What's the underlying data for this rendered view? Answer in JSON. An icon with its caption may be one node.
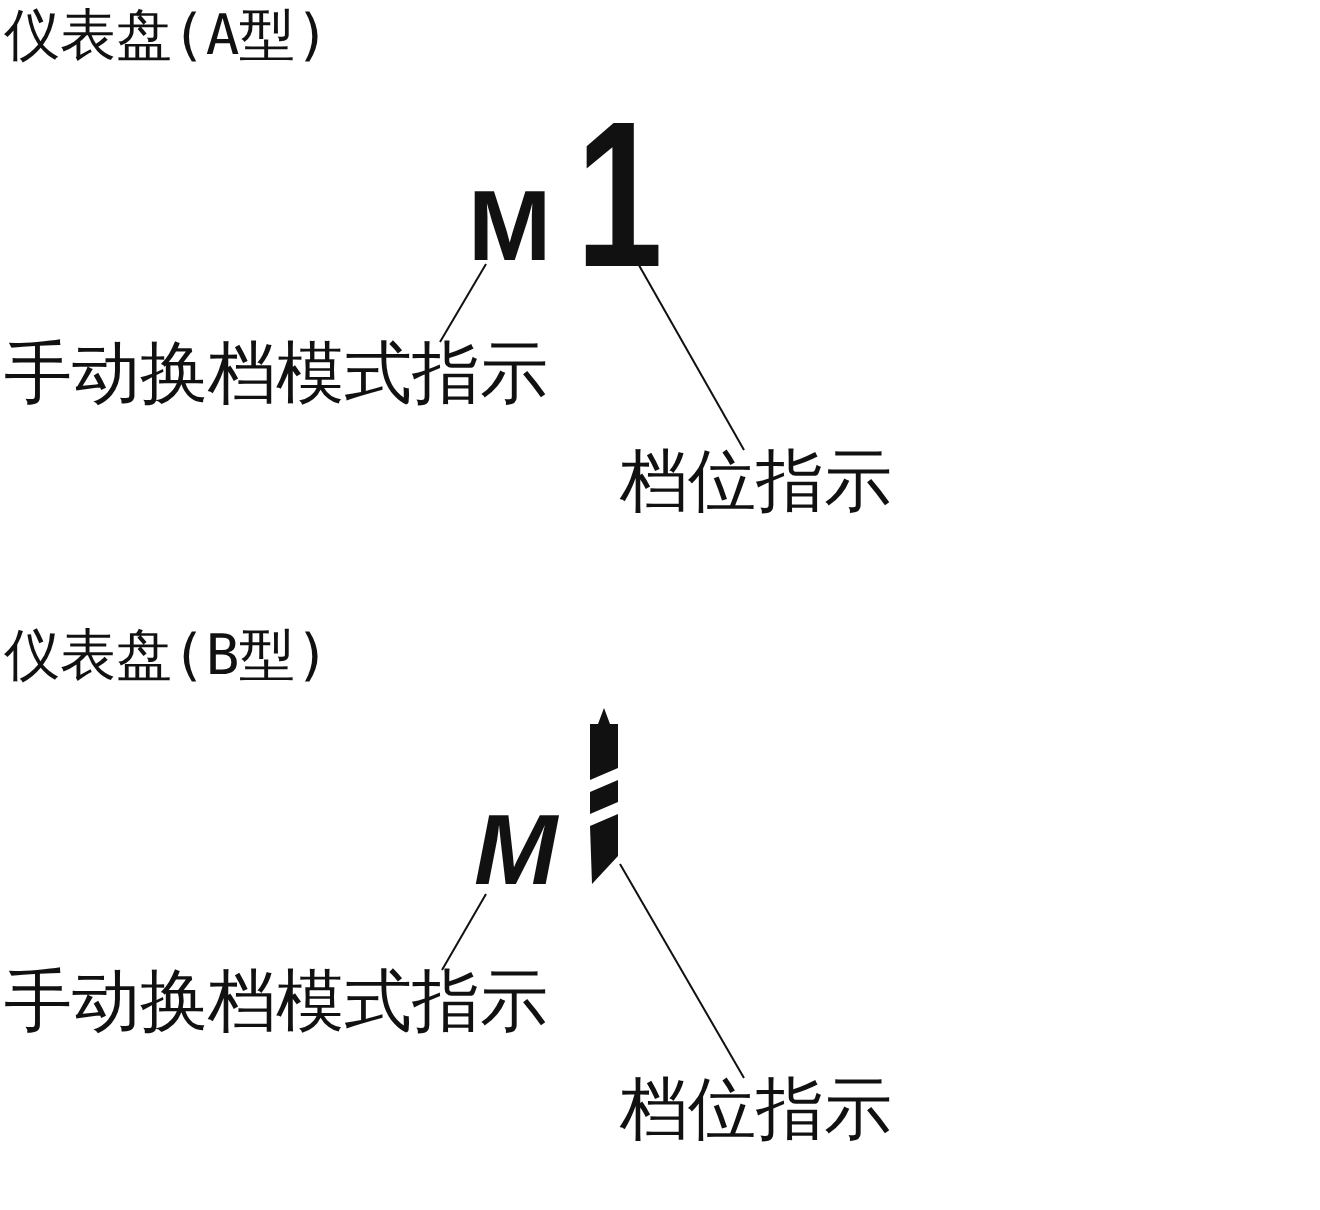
{
  "diagram": {
    "nodes": [
      {
        "text": [
          "M"
        ]
      },
      {
        "text": [
          "1"
        ]
      },
      {
        "text": [
          "手动换档模式指示"
        ]
      },
      {
        "text": [
          "档位指示"
        ]
      },
      {
        "text": [
          "M"
        ]
      },
      {
        "text": [],
        "shape": "picture"
      },
      {
        "text": [
          "手动换档模式指示"
        ]
      },
      {
        "text": [
          "档位指示"
        ]
      }
    ],
    "edges": [
      {
        "from": 2,
        "to": 0,
        "arrow": "none"
      },
      {
        "from": 3,
        "to": 1,
        "arrow": "none"
      },
      {
        "from": 6,
        "to": 4,
        "arrow": "none"
      },
      {
        "from": 7,
        "to": 5,
        "arrow": "none"
      }
    ],
    "labels": [
      "仪表盘(A型)",
      "仪表盘(B型)"
    ]
  }
}
